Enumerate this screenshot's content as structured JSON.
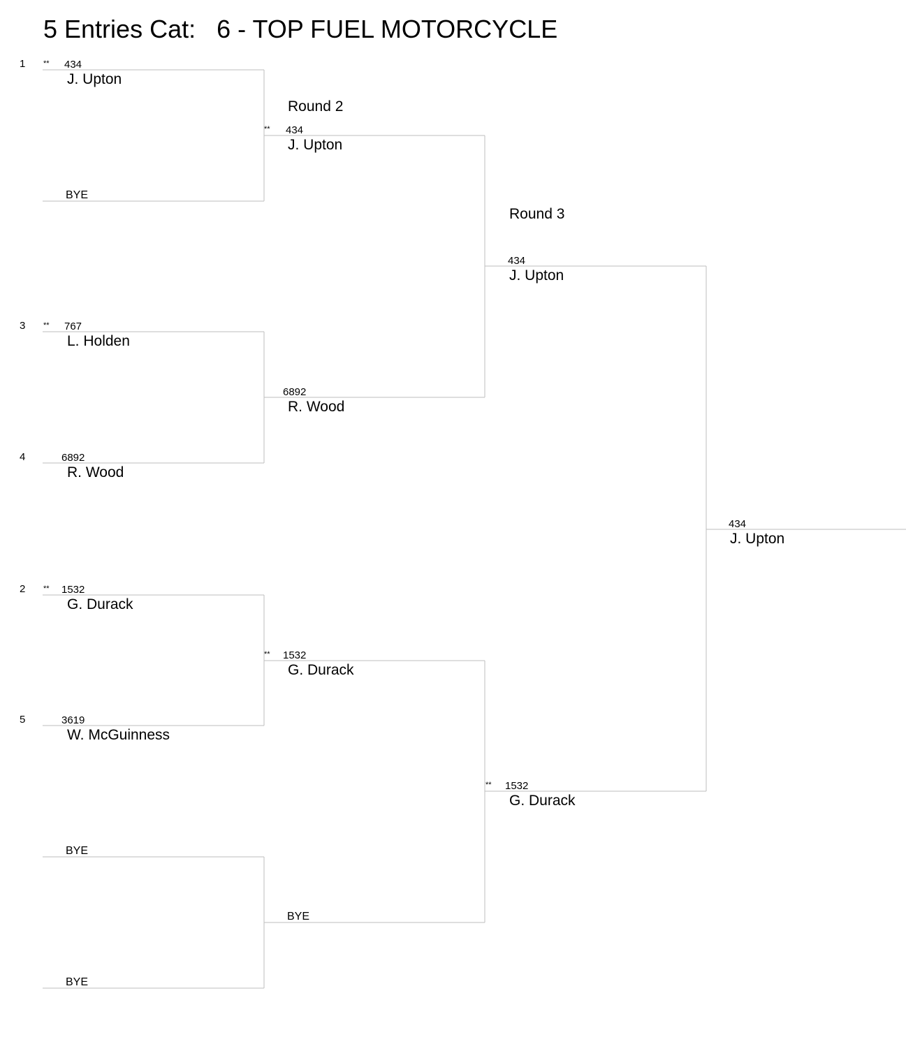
{
  "title": "5 Entries Cat:   6 - TOP FUEL MOTORCYCLE",
  "colors": {
    "line": "#bdbdbd",
    "text": "#000000"
  },
  "round_labels": [
    "Round 2",
    "Round 3"
  ],
  "bye_label": "BYE",
  "star_marker": "**",
  "round1": [
    {
      "seed": "1",
      "starred": true,
      "number": "434",
      "name": "J. Upton"
    },
    {
      "seed": "",
      "starred": false,
      "bye": true
    },
    {
      "seed": "3",
      "starred": true,
      "number": "767",
      "name": "L. Holden"
    },
    {
      "seed": "4",
      "starred": false,
      "number": "6892",
      "name": "R. Wood"
    },
    {
      "seed": "2",
      "starred": true,
      "number": "1532",
      "name": "G. Durack"
    },
    {
      "seed": "5",
      "starred": false,
      "number": "3619",
      "name": "W. McGuinness"
    },
    {
      "seed": "",
      "starred": false,
      "bye": true
    },
    {
      "seed": "",
      "starred": false,
      "bye": true
    }
  ],
  "round2": [
    {
      "starred": true,
      "number": "434",
      "name": "J. Upton"
    },
    {
      "starred": false,
      "number": "6892",
      "name": "R. Wood"
    },
    {
      "starred": true,
      "number": "1532",
      "name": "G. Durack"
    },
    {
      "starred": false,
      "bye": true
    }
  ],
  "round3": [
    {
      "starred": false,
      "number": "434",
      "name": "J. Upton"
    },
    {
      "starred": true,
      "number": "1532",
      "name": "G. Durack"
    }
  ],
  "final": [
    {
      "starred": false,
      "number": "434",
      "name": "J. Upton"
    }
  ]
}
